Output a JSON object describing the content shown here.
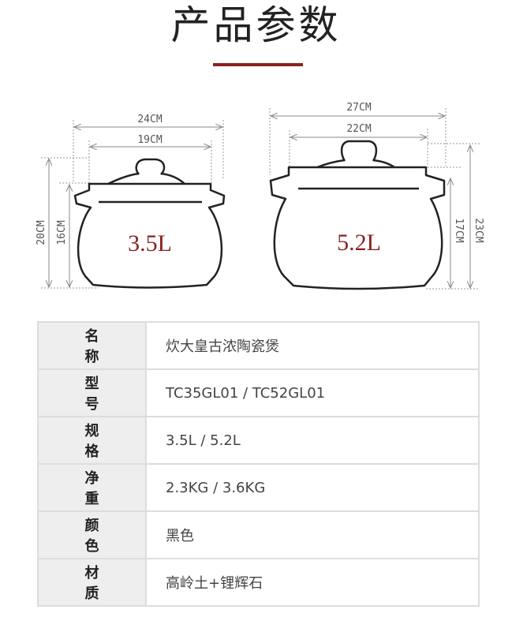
{
  "title": "产品参数",
  "accent": "#8b1f1f",
  "small_pot": {
    "capacity": "3.5L",
    "width_outer": "24CM",
    "width_inner": "19CM",
    "height_total": "20CM",
    "height_body": "16CM"
  },
  "large_pot": {
    "capacity": "5.2L",
    "width_outer": "27CM",
    "width_inner": "22CM",
    "height_total": "23CM",
    "height_body": "17CM"
  },
  "specs": [
    {
      "label": "名称",
      "value": "炊大皇古浓陶瓷煲"
    },
    {
      "label": "型号",
      "value": "TC35GL01 / TC52GL01"
    },
    {
      "label": "规格",
      "value": "3.5L / 5.2L"
    },
    {
      "label": "净重",
      "value": "2.3KG / 3.6KG"
    },
    {
      "label": "颜色",
      "value": "黑色"
    },
    {
      "label": "材质",
      "value": "高岭土+锂辉石"
    }
  ]
}
